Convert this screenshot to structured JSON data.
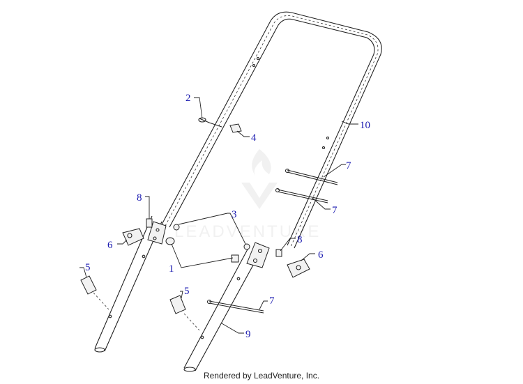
{
  "watermark": {
    "text": "LEADVENTURE"
  },
  "footer": {
    "text": "Rendered by LeadVenture, Inc."
  },
  "callouts": [
    {
      "id": "c2",
      "label": "2"
    },
    {
      "id": "c4",
      "label": "4"
    },
    {
      "id": "c10",
      "label": "10"
    },
    {
      "id": "c7a",
      "label": "7"
    },
    {
      "id": "c7b",
      "label": "7"
    },
    {
      "id": "c8a",
      "label": "8"
    },
    {
      "id": "c3",
      "label": "3"
    },
    {
      "id": "c6a",
      "label": "6"
    },
    {
      "id": "c8b",
      "label": "8"
    },
    {
      "id": "c6b",
      "label": "6"
    },
    {
      "id": "c1",
      "label": "1"
    },
    {
      "id": "c5a",
      "label": "5"
    },
    {
      "id": "c7c",
      "label": "7"
    },
    {
      "id": "c5b",
      "label": "5"
    },
    {
      "id": "c9",
      "label": "9"
    }
  ],
  "colors": {
    "callout": "#1a1ab0",
    "line": "#222222",
    "watermark": "#e6e6e6"
  }
}
